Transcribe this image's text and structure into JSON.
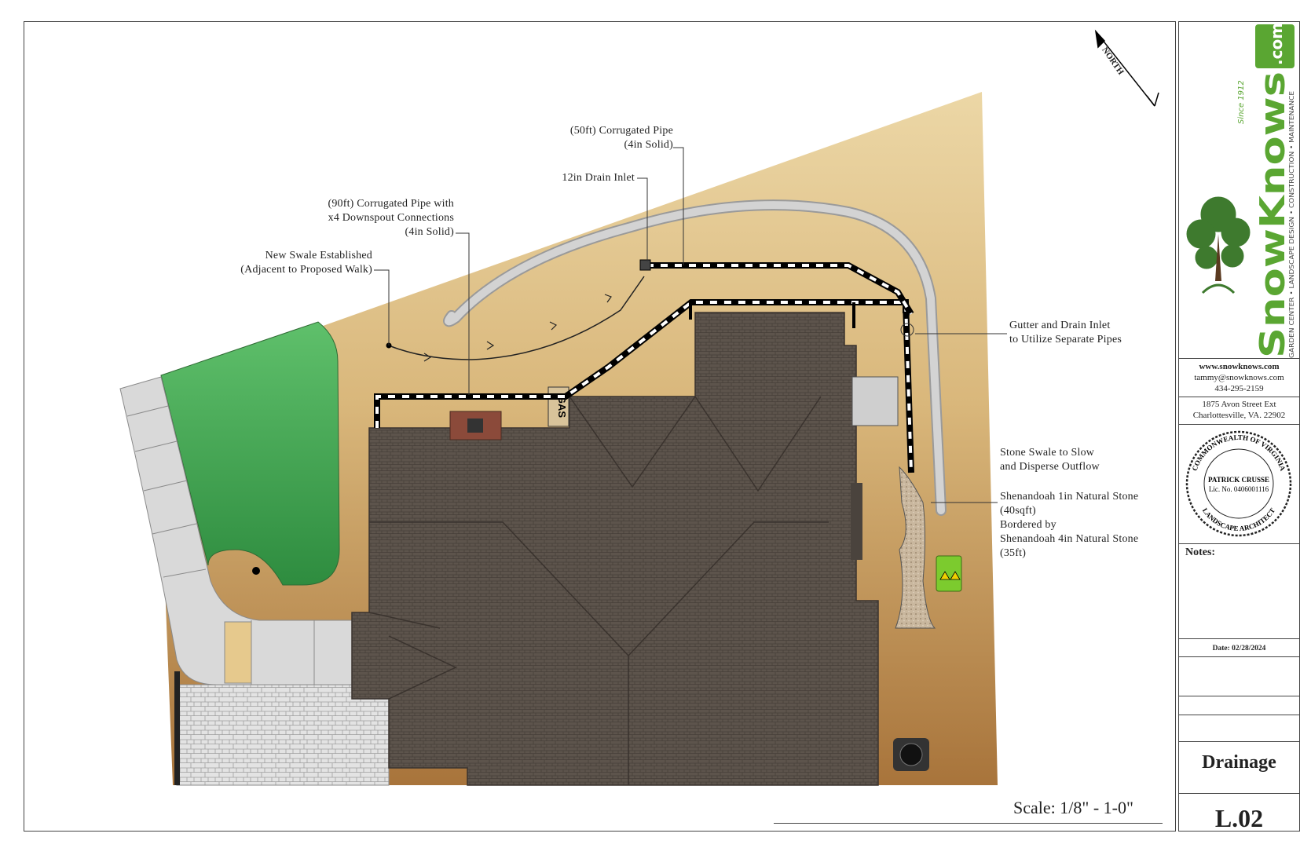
{
  "sheet": {
    "scale": "Scale: 1/8\" - 1-0\"",
    "north_label": "NORTH",
    "title": "Drainage",
    "sheet_number": "L.02"
  },
  "callouts": {
    "pipe_50_line1": "(50ft) Corrugated Pipe",
    "pipe_50_line2": "(4in Solid)",
    "drain_inlet_12": "12in Drain Inlet",
    "pipe_90_line1": "(90ft) Corrugated Pipe with",
    "pipe_90_line2": "x4 Downspout Connections",
    "pipe_90_line3": "(4in Solid)",
    "swale_line1": "New Swale Established",
    "swale_line2": "(Adjacent to Proposed Walk)",
    "gutter_line1": "Gutter and Drain Inlet",
    "gutter_line2": "to Utilize Separate Pipes",
    "stone_swale_line1": "Stone Swale to Slow",
    "stone_swale_line2": "and Disperse Outflow",
    "stone_line1": "Shenandoah 1in Natural Stone",
    "stone_line2": "(40sqft)",
    "stone_line3": "Bordered by",
    "stone_line4": "Shenandoah 4in Natural Stone",
    "stone_line5": "(35ft)",
    "gas_label": "GAS"
  },
  "title_block": {
    "brand": "SnowKnows",
    "brand_suffix": ".com",
    "since": "Since 1912",
    "tagline": "GARDEN CENTER • LANDSCAPE DESIGN • CONSTRUCTION • MAINTENANCE",
    "website": "www.snowknows.com",
    "email": "tammy@snowknows.com",
    "phone": "434-295-2159",
    "address1": "1875 Avon Street Ext",
    "address2": "Charlottesville, VA. 22902",
    "seal_top": "COMMONWEALTH OF VIRGINIA",
    "seal_name": "PATRICK CRUSSE",
    "seal_lic": "Lic. No. 0406001116",
    "seal_bottom": "LANDSCAPE ARCHITECT",
    "notes_label": "Notes:",
    "date": "Date: 02/28/2024"
  },
  "colors": {
    "sand": "#e3c58e",
    "soil": "#b5844a",
    "lawn": "#4db35a",
    "roof": "#5e554d",
    "brand_green": "#5aa632",
    "pipe_outline": "#000000"
  }
}
